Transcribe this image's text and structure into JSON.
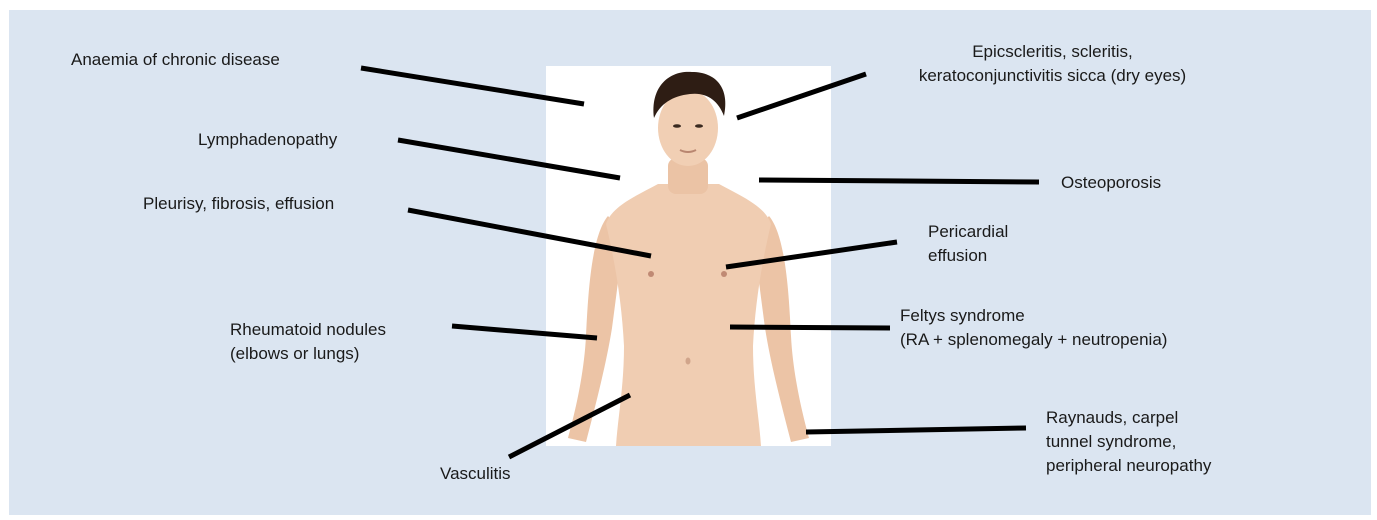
{
  "labels": {
    "anaemia": "Anaemia of chronic disease",
    "lymph": "Lymphadenopathy",
    "pleurisy": "Pleurisy, fibrosis, effusion",
    "rheum1": "Rheumatoid nodules",
    "rheum2": "(elbows or lungs)",
    "vasculitis": "Vasculitis",
    "epi1": "Epicscleritis, scleritis,",
    "epi2": "keratoconjunctivitis sicca (dry eyes)",
    "osteo": "Osteoporosis",
    "peri1": "Pericardial",
    "peri2": "effusion",
    "felty1": "Feltys syndrome",
    "felty2": "(RA + splenomegaly + neutropenia)",
    "ray1": "Raynauds, carpel",
    "ray2": "tunnel syndrome,",
    "ray3": "peripheral neuropathy"
  },
  "colors": {
    "panel": "#dbe5f1",
    "leader": "#000000",
    "skin": "#f0cdb2",
    "hair": "#2e1d14"
  },
  "figure": {
    "description_icon": "person-photo"
  }
}
